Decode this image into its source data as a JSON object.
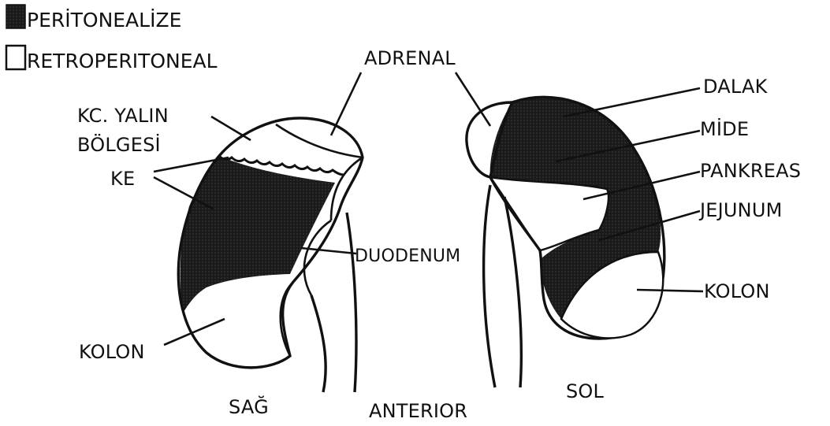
{
  "legend": [
    {
      "label": "PERİTONEALİZE",
      "swatch": "dark"
    },
    {
      "label": "RETROPERITONEAL",
      "swatch": "white"
    }
  ],
  "labels": {
    "adrenal": "ADRENAL",
    "kc_yalin_1": "KC. YALIN",
    "kc_yalin_2": "BÖLGESİ",
    "ke": "KE",
    "duodenum": "DUODENUM",
    "kolon_right": "KOLON",
    "sag": "SAĞ",
    "anterior": "ANTERIOR",
    "sol": "SOL",
    "dalak": "DALAK",
    "mide": "MİDE",
    "pankreas": "PANKREAS",
    "jejunum": "JEJUNUM",
    "kolon_left": "KOLON"
  },
  "colors": {
    "peritonealized": "#1a1a1a",
    "retroperitoneal": "#ffffff",
    "ink": "#111111"
  }
}
